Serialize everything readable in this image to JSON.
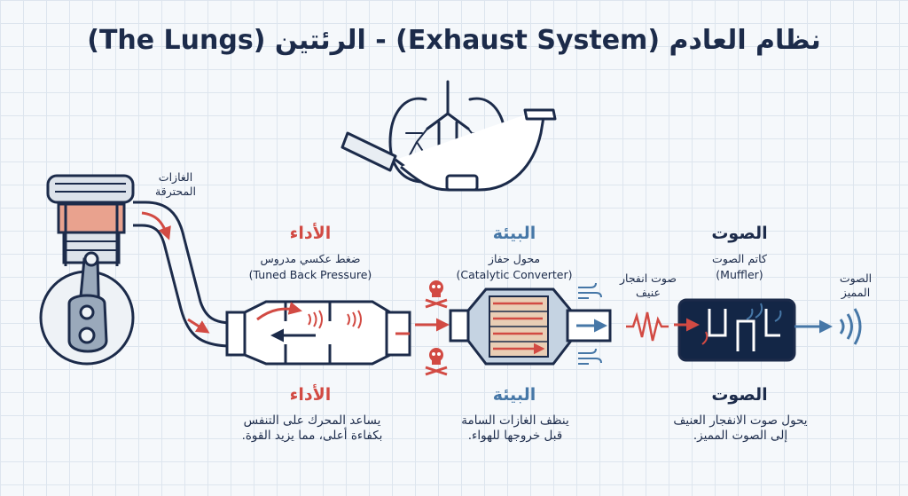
{
  "title": "نظام العادم (Exhaust System) - الرئتين (The Lungs)",
  "engine": {
    "gas_label": "الغازات\nالمحترقة"
  },
  "stages": [
    {
      "key": "performance",
      "heading": "الأداء",
      "component_ar": "ضغط عكسي مدروس",
      "component_en": "(Tuned Back Pressure)",
      "bottom_heading": "الأداء",
      "description": "يساعد المحرك على التنفس\nبكفاءة أعلى، مما يزيد القوة."
    },
    {
      "key": "environment",
      "heading": "البيئة",
      "component_ar": "محول حفاز",
      "component_en": "(Catalytic Converter)",
      "bottom_heading": "البيئة",
      "description": "ينظف الغازات السامة\nقبل خروجها للهواء."
    },
    {
      "key": "sound",
      "heading": "الصوت",
      "component_ar": "كاتم الصوت",
      "component_en": "(Muffler)",
      "bottom_heading": "الصوت",
      "description": "يحول صوت الانفجار العنيف\nإلى الصوت المميز."
    }
  ],
  "explosion_label": "صوت انفجار\nعنيف",
  "output_label": "الصوت\nالمميز",
  "colors": {
    "navy": "#1c2b4a",
    "red": "#d24a43",
    "blue": "#4677a7",
    "steel": "#8fa3bd"
  }
}
